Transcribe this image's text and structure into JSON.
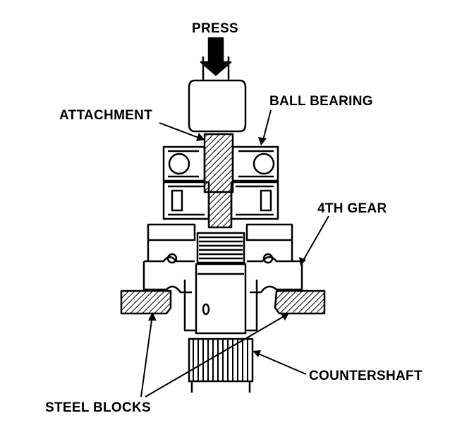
{
  "labels": {
    "press": "PRESS",
    "attachment": "ATTACHMENT",
    "ball_bearing": "BALL BEARING",
    "fourth_gear": "4TH GEAR",
    "countershaft": "COUNTERSHAFT",
    "steel_blocks": "STEEL BLOCKS"
  },
  "colors": {
    "ink": "#000000",
    "paper": "#ffffff"
  }
}
